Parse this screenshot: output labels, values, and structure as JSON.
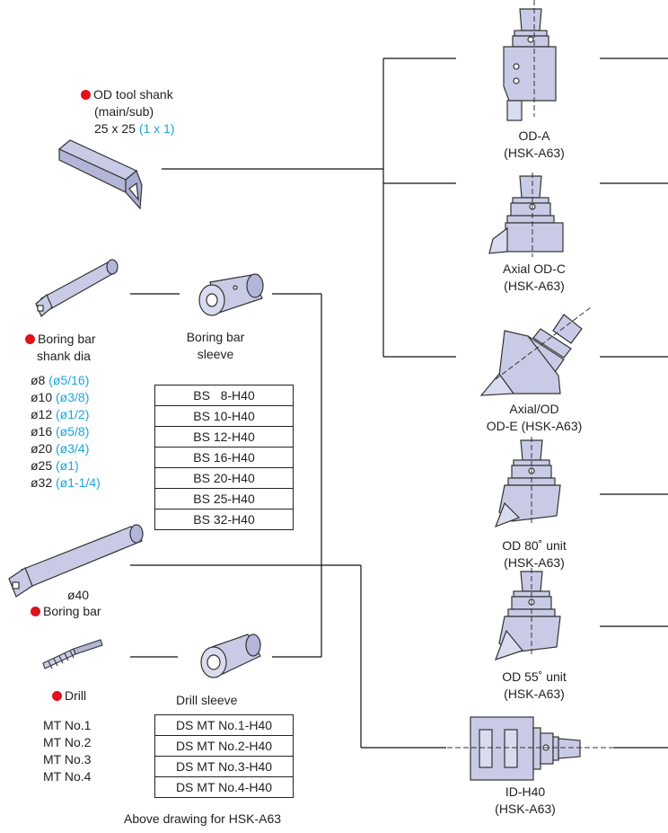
{
  "od_tool_shank": {
    "title": "OD tool shank",
    "subtitle": "(main/sub)",
    "size": "25 x 25",
    "size_alt": "(1 x 1)"
  },
  "boring_bar_shank": {
    "title": "Boring bar",
    "subtitle": "shank dia",
    "rows": [
      {
        "metric": "ø8",
        "inch": "(ø5/16)"
      },
      {
        "metric": "ø10",
        "inch": "(ø3/8)"
      },
      {
        "metric": "ø12",
        "inch": "(ø1/2)"
      },
      {
        "metric": "ø16",
        "inch": "(ø5/8)"
      },
      {
        "metric": "ø20",
        "inch": "(ø3/4)"
      },
      {
        "metric": "ø25",
        "inch": "(ø1)"
      },
      {
        "metric": "ø32",
        "inch": "(ø1-1/4)"
      }
    ]
  },
  "boring_bar_sleeve": {
    "label_line1": "Boring bar",
    "label_line2": "sleeve",
    "models": [
      "BS   8-H40",
      "BS 10-H40",
      "BS 12-H40",
      "BS 16-H40",
      "BS 20-H40",
      "BS 25-H40",
      "BS 32-H40"
    ]
  },
  "boring_bar_40": {
    "size": "ø40",
    "title": "Boring bar"
  },
  "drill": {
    "title": "Drill",
    "tapers": [
      "MT No.1",
      "MT No.2",
      "MT No.3",
      "MT No.4"
    ]
  },
  "drill_sleeve": {
    "label": "Drill sleeve",
    "models": [
      "DS MT No.1-H40",
      "DS MT No.2-H40",
      "DS MT No.3-H40",
      "DS MT No.4-H40"
    ]
  },
  "footnote": "Above drawing for HSK-A63",
  "holders": [
    {
      "line1": "OD-A",
      "line2": "(HSK-A63)",
      "icon": "od-a-holder-icon"
    },
    {
      "line1": "Axial OD-C",
      "line2": "(HSK-A63)",
      "icon": "axial-od-c-holder-icon"
    },
    {
      "line1": "Axial/OD",
      "line2": "OD-E (HSK-A63)",
      "icon": "axial-od-e-holder-icon"
    },
    {
      "line1": "OD 80˚ unit",
      "line2": "(HSK-A63)",
      "icon": "od-80-unit-icon"
    },
    {
      "line1": "OD 55˚ unit",
      "line2": "(HSK-A63)",
      "icon": "od-55-unit-icon"
    },
    {
      "line1": "ID-H40",
      "line2": "(HSK-A63)",
      "icon": "id-h40-holder-icon"
    }
  ],
  "colors": {
    "bullet": "#e0121b",
    "inch_text": "#1ba6dc",
    "tool_fill": "#c9cbe6",
    "tool_stroke": "#333333"
  }
}
